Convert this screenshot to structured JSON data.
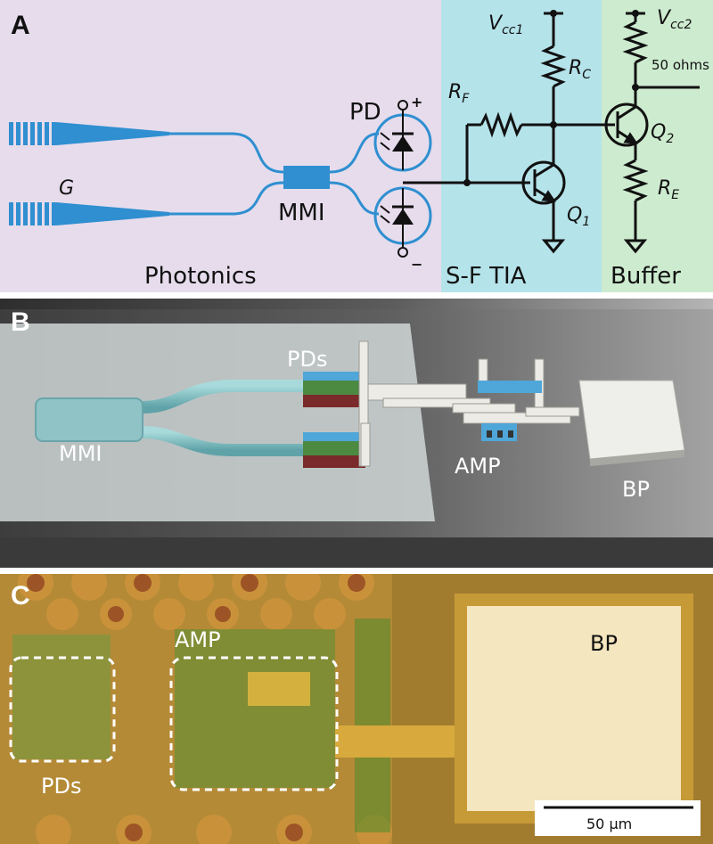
{
  "panels": {
    "a": {
      "label": "A",
      "sections": {
        "photonics": "Photonics",
        "tia": "S-F TIA",
        "buffer": "Buffer"
      },
      "labels": {
        "g": "G",
        "mmi": "MMI",
        "pd": "PD",
        "plus": "+",
        "minus": "−",
        "vcc1": "V",
        "vcc1_sub": "cc1",
        "vcc2": "V",
        "vcc2_sub": "cc2",
        "rc": "R",
        "rc_sub": "C",
        "rf": "R",
        "rf_sub": "F",
        "re": "R",
        "re_sub": "E",
        "q1": "Q",
        "q1_sub": "1",
        "q2": "Q",
        "q2_sub": "2",
        "ohms": "50 ohms"
      },
      "colors": {
        "photonics_bg": "#e6dcec",
        "tia_bg": "#b5e3ea",
        "buffer_bg": "#cdebcf",
        "waveguide": "#2f8fd0"
      }
    },
    "b": {
      "label": "B",
      "labels": {
        "pds": "PDs",
        "mmi": "MMI",
        "amp": "AMP",
        "bp": "BP"
      }
    },
    "c": {
      "label": "C",
      "labels": {
        "amp": "AMP",
        "pds": "PDs",
        "bp": "BP"
      },
      "scale_bar": "50 μm"
    }
  }
}
